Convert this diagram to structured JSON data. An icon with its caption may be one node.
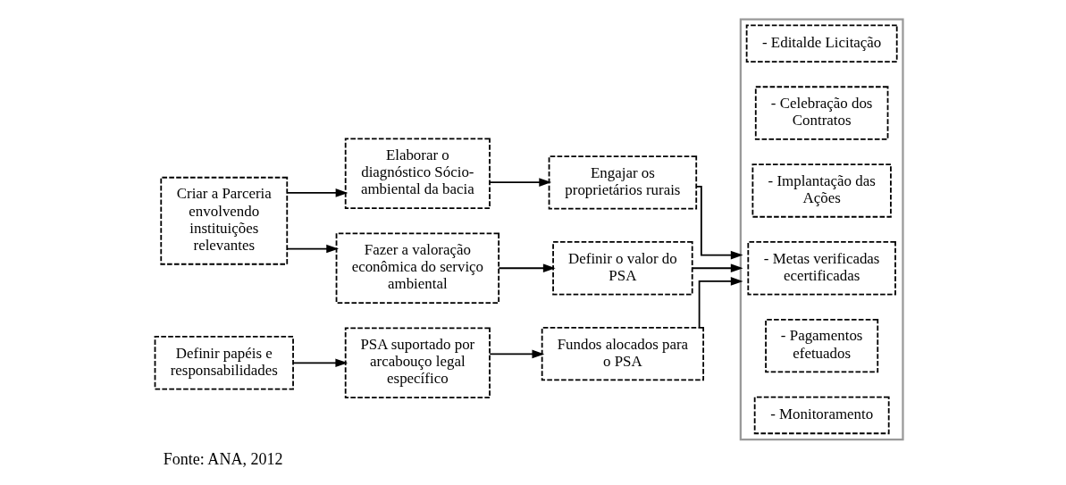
{
  "diagram": {
    "caption": "Fonte: ANA, 2012",
    "nodes": [
      {
        "text": [
          "Criar a Parceria envolvendo instituições relevantes"
        ]
      },
      {
        "text": [
          "Elaborar o diagnóstico Sócio-ambiental da bacia"
        ]
      },
      {
        "text": [
          "Engajar os proprietários rurais"
        ]
      },
      {
        "text": [
          "Fazer a valoração econômica do serviço ambiental"
        ]
      },
      {
        "text": [
          "Definir o valor do PSA"
        ]
      },
      {
        "text": [
          "Definir papéis e responsabilidades"
        ]
      },
      {
        "text": [
          "PSA suportado por arcabouço legal específico"
        ]
      },
      {
        "text": [
          "Fundos alocados para o PSA"
        ]
      },
      {
        "text": [],
        "shape": "box"
      },
      {
        "text": [
          "- Editalde Licitação"
        ],
        "in": 8
      },
      {
        "text": [
          "- Celebração dos Contratos"
        ],
        "in": 8
      },
      {
        "text": [
          "- Implantação das Ações"
        ],
        "in": 8
      },
      {
        "text": [
          "- Metas verificadas ecertificadas"
        ],
        "in": 8
      },
      {
        "text": [
          "- Pagamentos efetuados"
        ],
        "in": 8
      },
      {
        "text": [
          "- Monitoramento"
        ],
        "in": 8
      }
    ],
    "edges": [
      {
        "from": 0,
        "to": 1,
        "arrow": "to"
      },
      {
        "from": 0,
        "to": 3,
        "arrow": "to"
      },
      {
        "from": 1,
        "to": 2,
        "arrow": "to"
      },
      {
        "from": 3,
        "to": 4,
        "arrow": "to"
      },
      {
        "from": 5,
        "to": 6,
        "arrow": "to"
      },
      {
        "from": 6,
        "to": 7,
        "arrow": "to"
      },
      {
        "from": 2,
        "to": 8,
        "arrow": "to"
      },
      {
        "from": 4,
        "to": 8,
        "arrow": "to"
      },
      {
        "from": 7,
        "to": 8,
        "arrow": "to"
      }
    ]
  }
}
